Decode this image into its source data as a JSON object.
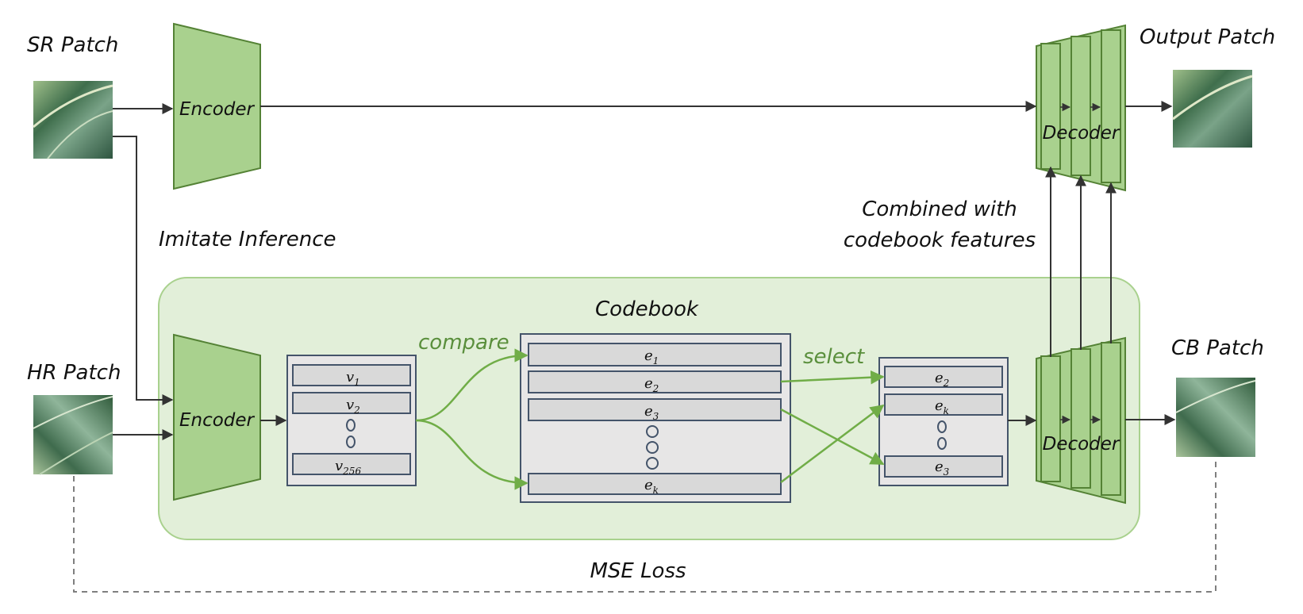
{
  "labels": {
    "sr_patch": "SR Patch",
    "hr_patch": "HR Patch",
    "output_patch": "Output Patch",
    "cb_patch": "CB Patch",
    "encoder_top": "Encoder",
    "encoder_bottom": "Encoder",
    "decoder_top": "Decoder",
    "decoder_bottom": "Decoder",
    "imitate_inference": "Imitate Inference",
    "combined_line1": "Combined with",
    "combined_line2": "codebook features",
    "codebook": "Codebook",
    "compare": "compare",
    "select": "select",
    "mse_loss": "MSE Loss"
  },
  "query_vectors": {
    "v1": "v",
    "v1_sub": "1",
    "v2": "v",
    "v2_sub": "2",
    "v256": "v",
    "v256_sub": "256"
  },
  "codebook_entries": {
    "e1": "e",
    "e1_sub": "1",
    "e2": "e",
    "e2_sub": "2",
    "e3": "e",
    "e3_sub": "3",
    "ek": "e",
    "ek_sub": "k"
  },
  "selected_entries": {
    "s1": "e",
    "s1_sub": "2",
    "s2": "e",
    "s2_sub": "k",
    "s3": "e",
    "s3_sub": "3"
  },
  "colors": {
    "green_fill": "#a9d18e",
    "green_stroke": "#548235",
    "region_fill": "#e2efd9",
    "region_stroke": "#a9d18e",
    "box_fill": "#e7e6e6",
    "entry_fill": "#d9d9d9",
    "box_stroke": "#44546a",
    "arrow_green": "#70ad47"
  }
}
